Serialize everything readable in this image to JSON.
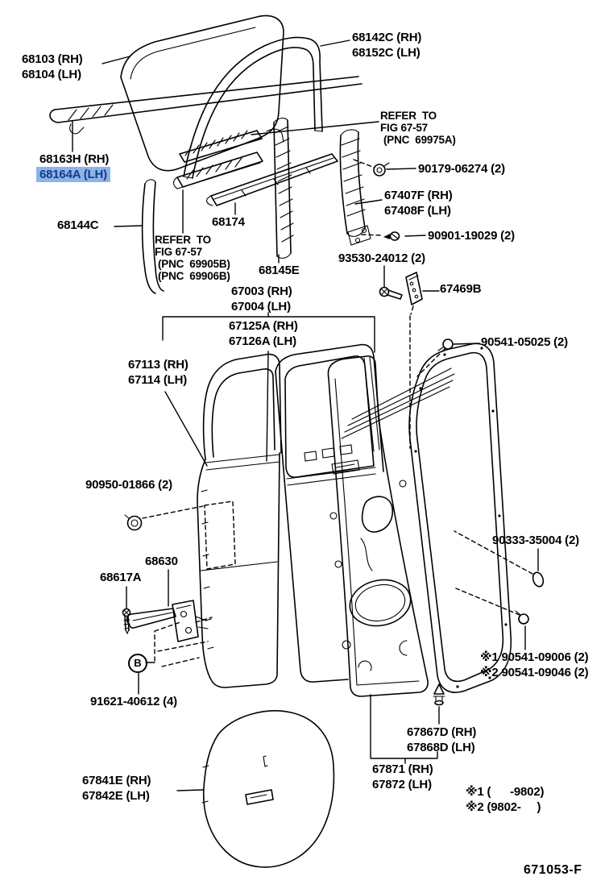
{
  "figure": {
    "code": "671053-F",
    "type": "parts-diagram",
    "subject": "rear door panel and glass frame exploded view"
  },
  "colors": {
    "background": "#FFFFFF",
    "line_art": "#000000",
    "highlight_bg": "#8CB5E6",
    "highlight_text": "#16398F"
  },
  "markers": {
    "b": "B"
  },
  "labels": {
    "a68103": {
      "l1": "68103 (RH)",
      "l2": "68104 (LH)"
    },
    "a68142c": {
      "l1": "68142C (RH)",
      "l2": "68152C (LH)"
    },
    "a68163h": {
      "l1": "68163H (RH)",
      "l2": "68164A (LH)"
    },
    "refer_a": {
      "l1": "REFER  TO",
      "l2": "FIG 67-57",
      "l3": "(PNC  69975A)"
    },
    "a90179": {
      "l1": "90179-06274 (2)"
    },
    "a67407f": {
      "l1": "67407F (RH)",
      "l2": "67408F (LH)"
    },
    "a90901": {
      "l1": "90901-19029 (2)"
    },
    "a93530": {
      "l1": "93530-24012 (2)"
    },
    "a67469b": {
      "l1": "67469B"
    },
    "a68144c": {
      "l1": "68144C"
    },
    "refer_b": {
      "l1": "REFER  TO",
      "l2": "FIG 67-57",
      "l3": "(PNC  69905B)",
      "l4": "(PNC  69906B)"
    },
    "a68174": {
      "l1": "68174"
    },
    "a68145e": {
      "l1": "68145E"
    },
    "a67003": {
      "l1": "67003 (RH)",
      "l2": "67004 (LH)"
    },
    "a67125a": {
      "l1": "67125A (RH)",
      "l2": "67126A (LH)"
    },
    "a67113": {
      "l1": "67113 (RH)",
      "l2": "67114 (LH)"
    },
    "a90541c": {
      "l1": "90541-05025 (2)"
    },
    "a90950": {
      "l1": "90950-01866 (2)"
    },
    "a68630": {
      "l1": "68630"
    },
    "a68617a": {
      "l1": "68617A"
    },
    "a91621": {
      "l1": "91621-40612 (4)"
    },
    "a90333": {
      "l1": "90333-35004 (2)"
    },
    "a90541r": {
      "l1": "※1 90541-09006 (2)",
      "l2": "※2 90541-09046 (2)"
    },
    "a67867d": {
      "l1": "67867D (RH)",
      "l2": "67868D (LH)"
    },
    "a67871": {
      "l1": "67871 (RH)",
      "l2": "67872 (LH)"
    },
    "note": {
      "l1": "※1 (      -9802)",
      "l2": "※2 (9802-     )"
    },
    "a67841e": {
      "l1": "67841E (RH)",
      "l2": "67842E (LH)"
    }
  }
}
